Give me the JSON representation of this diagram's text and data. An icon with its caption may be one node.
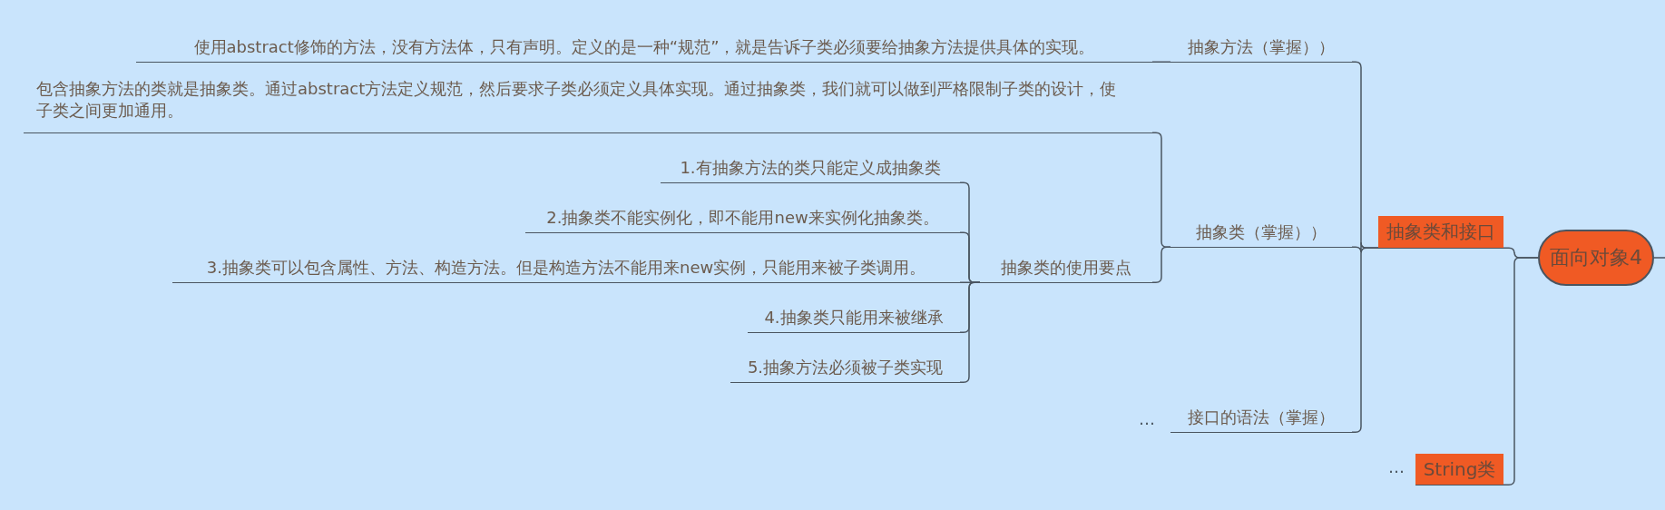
{
  "diagram": {
    "nodes": [
      {
        "text": [
          "面向对象4"
        ]
      },
      {
        "text": [
          "抽象类和接口"
        ]
      },
      {
        "text": [
          "String类"
        ]
      },
      {
        "text": [
          "抽象方法（掌握））"
        ]
      },
      {
        "text": [
          "抽象类（掌握））"
        ]
      },
      {
        "text": [
          "接口的语法（掌握）"
        ]
      },
      {
        "text": [
          "使用abstract修饰的方法，没有方法体，只有声明。定义的是一种“规范”，就是告诉子类必须要给抽象方法提供具体的实现。"
        ]
      },
      {
        "text": [
          "包含抽象方法的类就是抽象类。通过abstract方法定义规范，然后要求子类必须定义具体实现。通过抽象类，我们就可以做到严格限制子类的设计，使子类之间更加通用。"
        ]
      },
      {
        "text": [
          "抽象类的使用要点"
        ]
      },
      {
        "text": [
          "1.有抽象方法的类只能定义成抽象类"
        ]
      },
      {
        "text": [
          "2.抽象类不能实例化，即不能用new来实例化抽象类。"
        ]
      },
      {
        "text": [
          "3.抽象类可以包含属性、方法、构造方法。但是构造方法不能用来new实例，只能用来被子类调用。"
        ]
      },
      {
        "text": [
          "4.抽象类只能用来被继承"
        ]
      },
      {
        "text": [
          "5.抽象方法必须被子类实现"
        ]
      }
    ],
    "edges": [
      {
        "from": 0,
        "to": null,
        "arrow": "none"
      },
      {
        "from": 0,
        "to": 1,
        "arrow": "none"
      },
      {
        "from": 0,
        "to": 2,
        "arrow": "none"
      },
      {
        "from": 1,
        "to": 3,
        "arrow": "none"
      },
      {
        "from": 1,
        "to": 4,
        "arrow": "none"
      },
      {
        "from": 1,
        "to": 5,
        "arrow": "none"
      },
      {
        "from": 3,
        "to": 6,
        "arrow": "none"
      },
      {
        "from": 4,
        "to": 7,
        "arrow": "none"
      },
      {
        "from": 4,
        "to": 8,
        "arrow": "none"
      },
      {
        "from": 8,
        "to": 9,
        "arrow": "none"
      },
      {
        "from": 8,
        "to": 10,
        "arrow": "none"
      },
      {
        "from": 8,
        "to": 11,
        "arrow": "none"
      },
      {
        "from": 8,
        "to": 12,
        "arrow": "none"
      },
      {
        "from": 8,
        "to": 13,
        "arrow": "none"
      }
    ],
    "labels": [
      "…",
      "…"
    ]
  }
}
